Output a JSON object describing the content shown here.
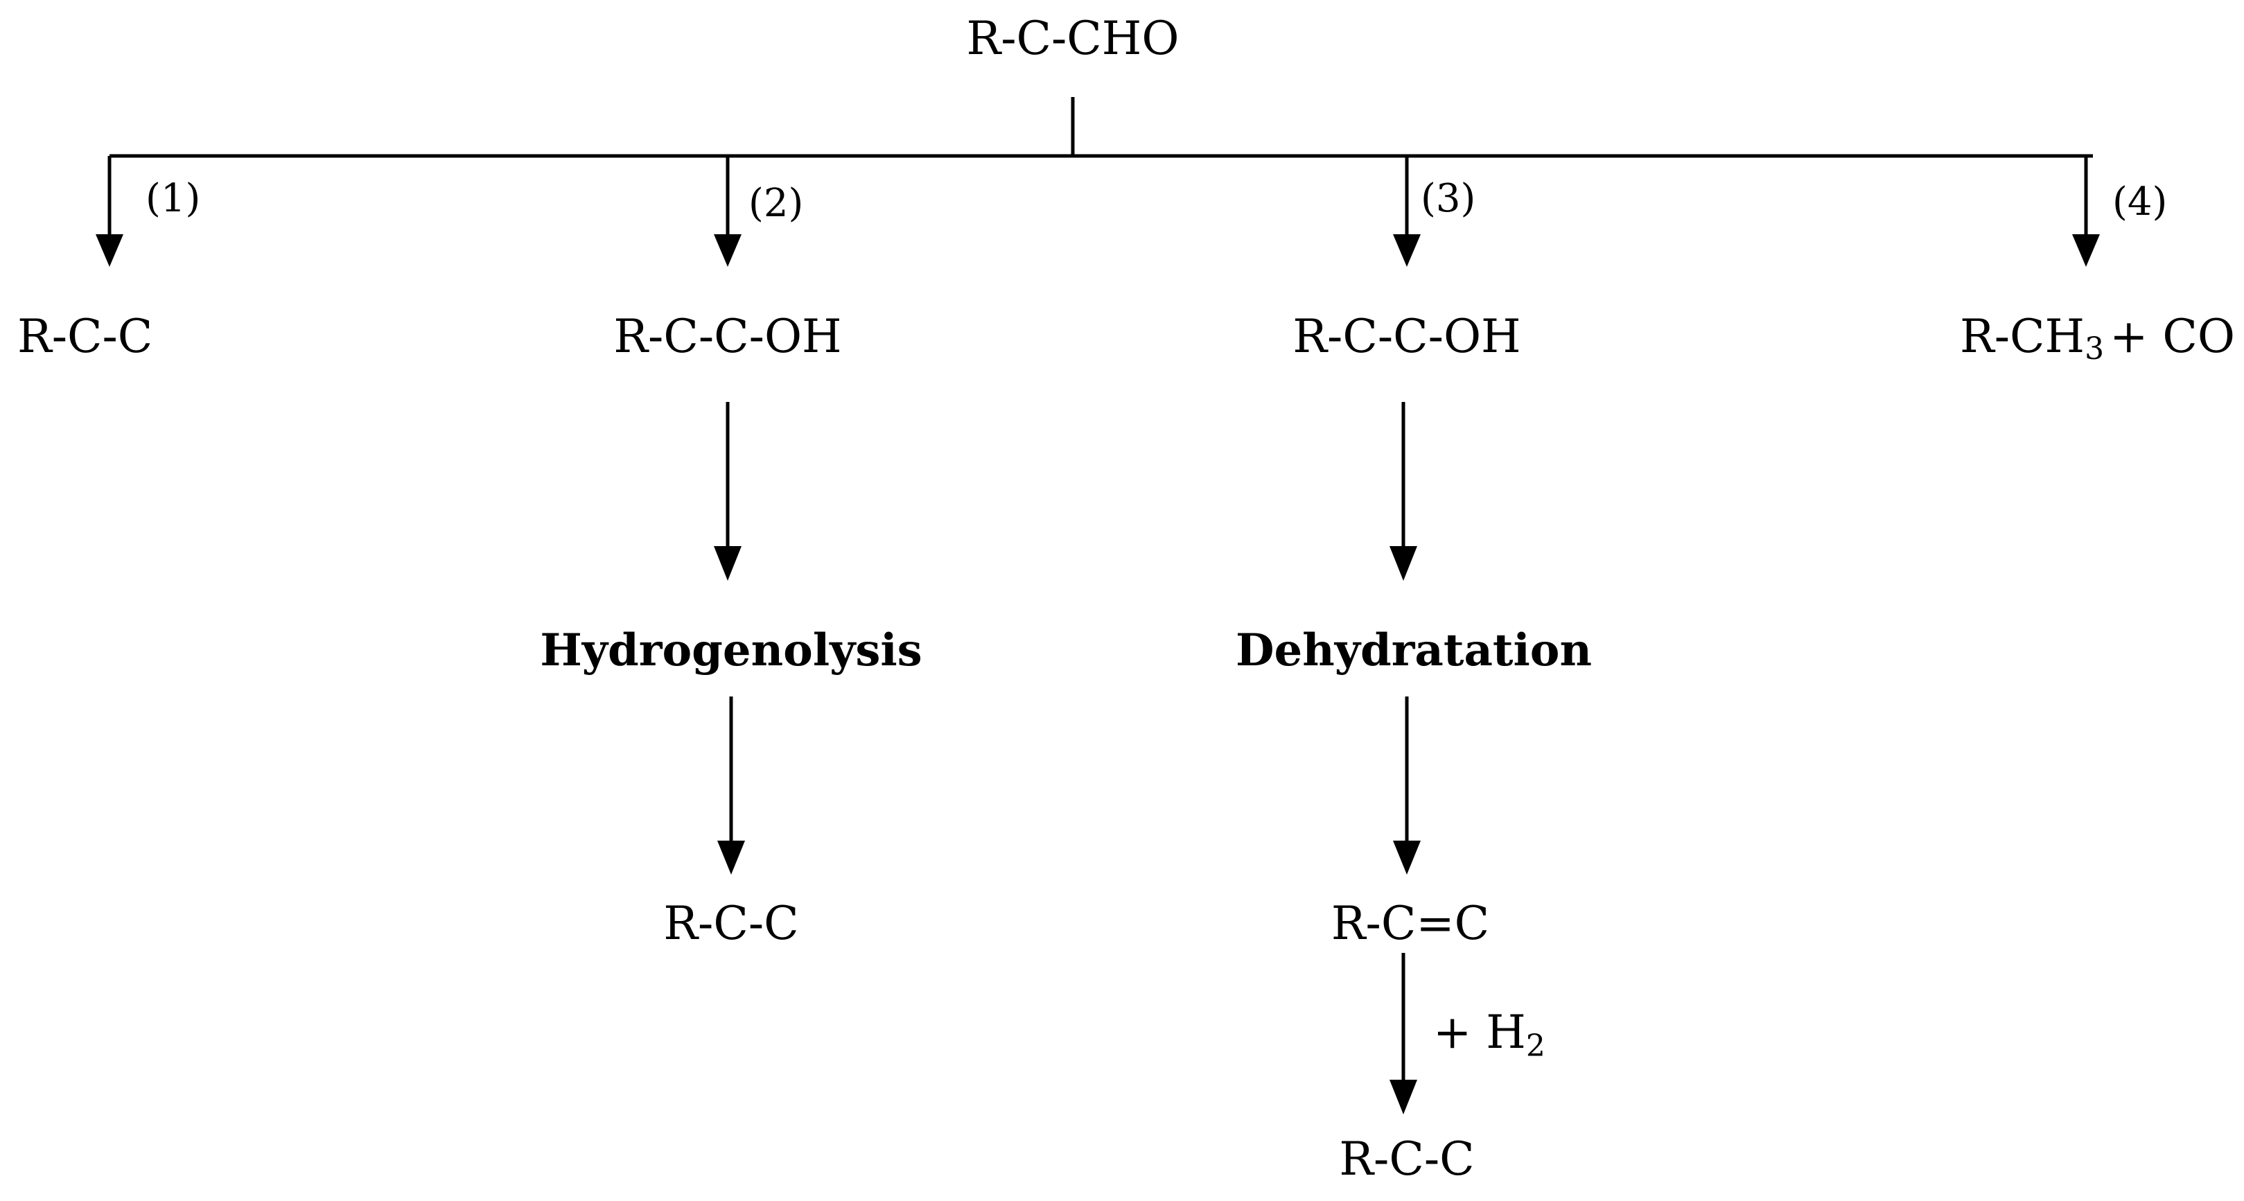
{
  "start": "R-C-CHO",
  "routes": [
    {
      "number": "(1)",
      "product": "R-C-C"
    },
    {
      "number": "(2)",
      "intermediate": "R-C-C-OH",
      "step": "Hydrogenolysis",
      "product": "R-C-C"
    },
    {
      "number": "(3)",
      "intermediate": "R-C-C-OH",
      "step": "Dehydratation",
      "olefin": "R-C=C",
      "reagent": {
        "text": "+ H",
        "subscript": "2"
      },
      "product": "R-C-C"
    },
    {
      "number": "(4)",
      "product": {
        "text": "R-CH",
        "subscript": "3",
        "suffix": "+ CO"
      }
    }
  ]
}
